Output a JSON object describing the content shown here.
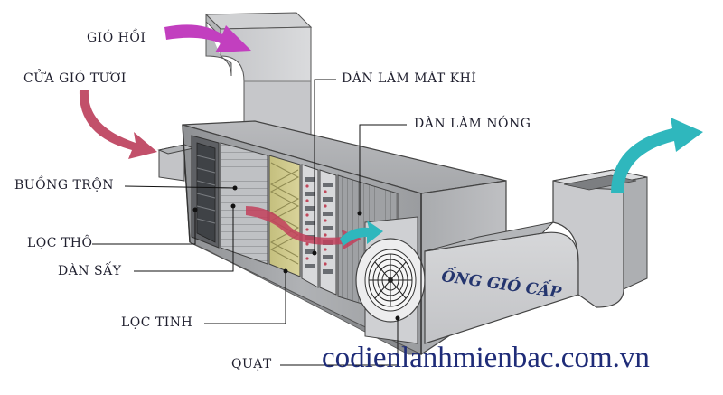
{
  "labels": {
    "return_air": "GIÓ HỒI",
    "fresh_air_damper": "CỬA GIÓ TƯƠI",
    "mixing_chamber": "BUỒNG TRỘN",
    "coarse_filter": "LỌC THÔ",
    "preheat_coil": "DÀN SẤY",
    "fine_filter": "LỌC TINH",
    "fan": "QUẠT",
    "cooling_coil": "DÀN LÀM MÁT KHÍ",
    "heating_coil": "DÀN LÀM NÓNG",
    "supply_duct": "ỐNG GIÓ CẤP"
  },
  "watermark": "codienlanhmienbac.com.vn",
  "colors": {
    "return_arrow": "#c23fbf",
    "fresh_arrow": "#c2506a",
    "supply_arrow": "#2fb7bd",
    "flow_arrow": "#c23f5c",
    "duct": "#c9cacc",
    "text": "#1f1f2e",
    "watermark": "#1f2c78"
  }
}
